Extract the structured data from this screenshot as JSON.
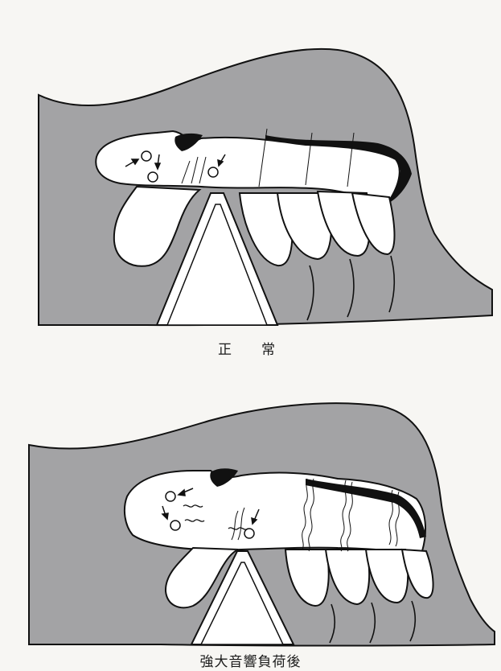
{
  "figure": {
    "colors": {
      "tissue": "#a3a3a5",
      "cell": "#ffffff",
      "stroke": "#111111",
      "paper": "#f7f6f3"
    },
    "panels": [
      {
        "id": "normal",
        "caption": "正　常"
      },
      {
        "id": "after_noise",
        "caption": "強大音響負荷後"
      }
    ]
  }
}
